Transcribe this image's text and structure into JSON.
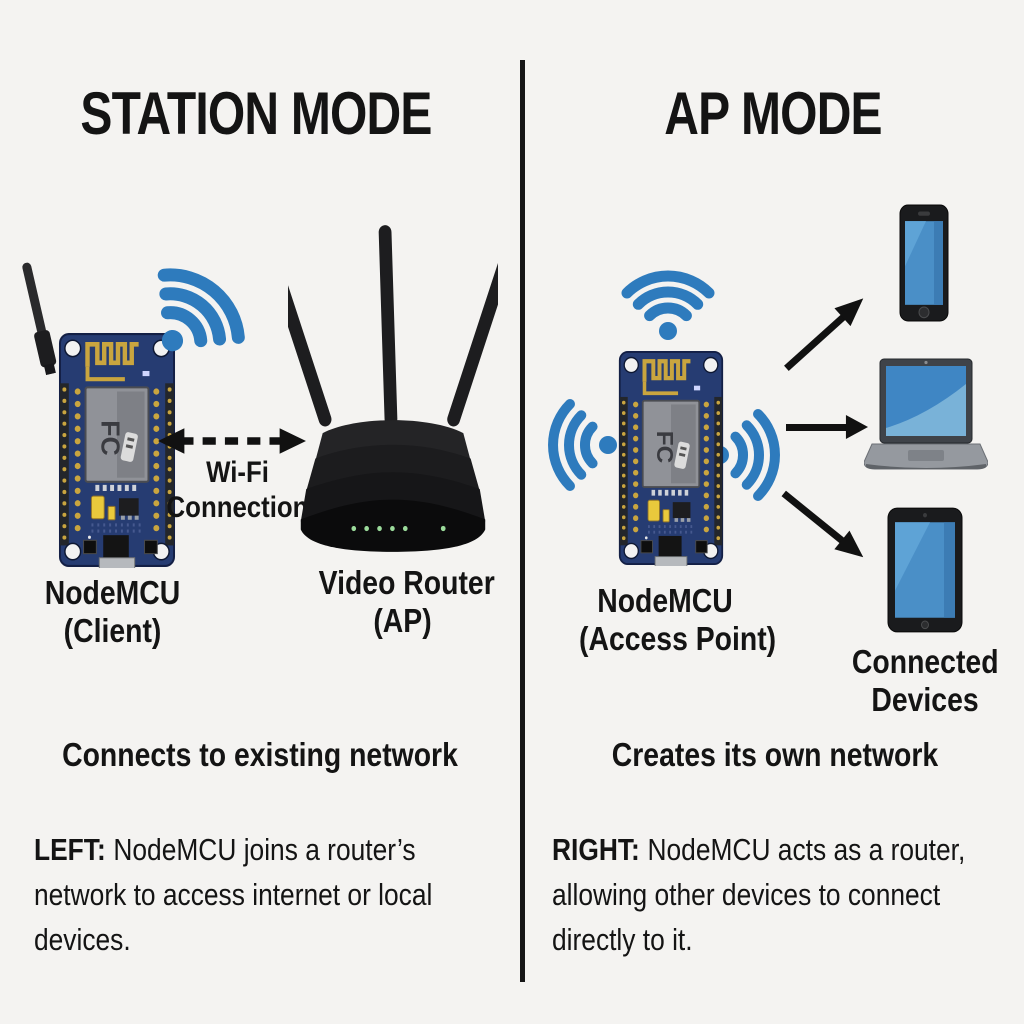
{
  "left": {
    "title": "STATION MODE",
    "device_label_line1": "NodeMCU",
    "device_label_line2": "(Client)",
    "router_label_line1": "Video Router",
    "router_label_line2": "(AP)",
    "connection_label_line1": "Wi-Fi",
    "connection_label_line2": "Connection",
    "summary": "Connects to existing network",
    "description_lead": "LEFT:",
    "description_rest": "NodeMCU joins a router’s network to access internet or local devices."
  },
  "right": {
    "title": "AP MODE",
    "device_label_line1": "NodeMCU",
    "device_label_line2": "(Access Point)",
    "devices_label_line1": "Connected",
    "devices_label_line2": "Devices",
    "summary": "Creates its own network",
    "description_lead": "RIGHT:",
    "description_rest": "NodeMCU acts as a router, allowing other devices to connect directly to it."
  },
  "board": {
    "shield_label": "FC"
  },
  "icons": {
    "wifi_signal": "wifi-signal-icon",
    "nodemcu_board": "nodemcu-board-illustration",
    "router": "router-illustration",
    "phone": "smartphone-illustration",
    "laptop": "laptop-illustration",
    "tablet": "tablet-illustration",
    "dashed_double_arrow": "bidirectional-dashed-arrow",
    "solid_arrow": "connection-arrow"
  },
  "colors": {
    "background": "#f4f3f1",
    "text": "#141414",
    "wifi_blue": "#2e7bbd",
    "board_navy": "#263c72",
    "screen_blue": "#4a8fc7",
    "divider": "#161616",
    "led_green": "#9bdb9b"
  }
}
